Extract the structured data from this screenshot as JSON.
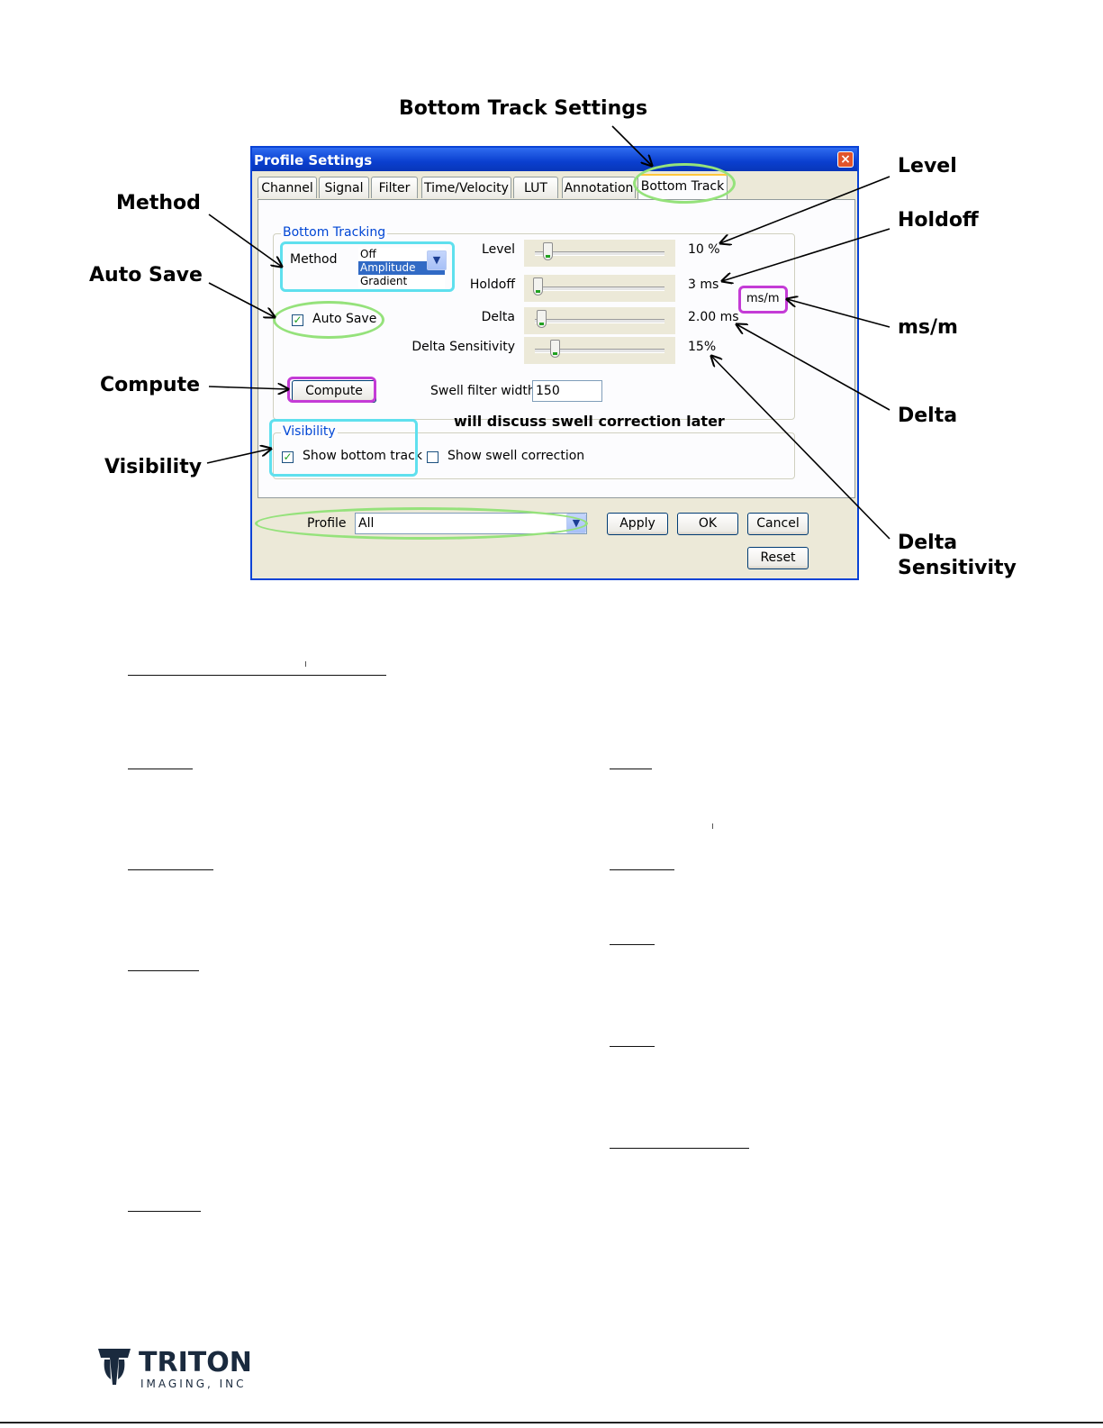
{
  "callouts": {
    "bottom_track_settings": "Bottom Track Settings",
    "method": "Method",
    "auto_save": "Auto Save",
    "compute": "Compute",
    "visibility": "Visibility",
    "level": "Level",
    "holdoff": "Holdoff",
    "ms_m": "ms/m",
    "delta": "Delta",
    "delta_sensitivity_1": "Delta",
    "delta_sensitivity_2": "Sensitivity"
  },
  "dialog": {
    "title": "Profile Settings",
    "close_glyph": "×",
    "tabs": [
      {
        "label": "Channel"
      },
      {
        "label": "Signal"
      },
      {
        "label": "Filter"
      },
      {
        "label": "Time/Velocity"
      },
      {
        "label": "LUT"
      },
      {
        "label": "Annotation"
      },
      {
        "label": "Bottom Track"
      }
    ],
    "active_tab": "Bottom Track",
    "bottom_tracking": {
      "group_title": "Bottom Tracking",
      "method_label": "Method",
      "method_options": [
        "Off",
        "Amplitude",
        "Gradient"
      ],
      "method_selected": "Amplitude",
      "auto_save_label": "Auto Save",
      "auto_save_checked": true,
      "compute_label": "Compute",
      "sliders": [
        {
          "label": "Level",
          "value_text": "10 %",
          "position": 0.1
        },
        {
          "label": "Holdoff",
          "value_text": "3 ms",
          "position": 0.02
        },
        {
          "label": "Delta",
          "value_text": "2.00 ms",
          "position": 0.05
        },
        {
          "label": "Delta Sensitivity",
          "value_text": "15%",
          "position": 0.15
        }
      ],
      "ms_m_label": "ms/m",
      "swell_label": "Swell filter width",
      "swell_value": "150"
    },
    "note": "will discuss swell correction later",
    "visibility": {
      "group_title": "Visibility",
      "show_bottom_track": "Show bottom track",
      "show_bottom_track_checked": true,
      "show_swell": "Show swell correction",
      "show_swell_checked": false
    },
    "profile_label": "Profile",
    "profile_value": "All",
    "buttons": {
      "apply": "Apply",
      "ok": "OK",
      "cancel": "Cancel",
      "reset": "Reset"
    }
  },
  "logo": {
    "name": "TRITON",
    "sub": "IMAGING, INC"
  },
  "colors": {
    "cyan_highlight": "#5fe0ee",
    "magenta_highlight": "#c43bd6",
    "green_highlight": "#95e27b",
    "xp_blue": "#0a43d6"
  }
}
